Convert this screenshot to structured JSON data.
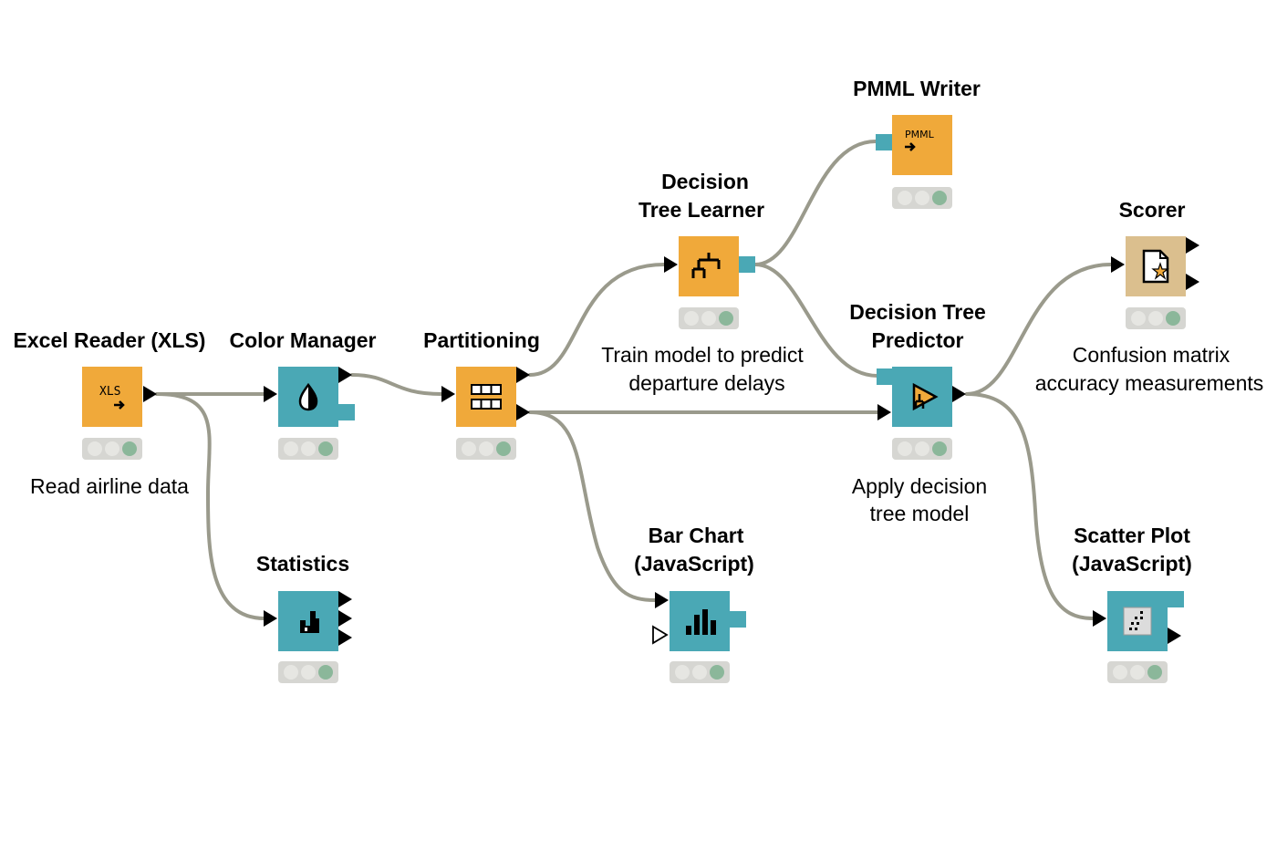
{
  "workflow": {
    "nodes": {
      "excel_reader": {
        "title": "Excel Reader (XLS)",
        "description": "Read airline data",
        "icon": "xls-reader-icon",
        "icon_text": "XLS",
        "color": "#f0a93a"
      },
      "color_manager": {
        "title": "Color Manager",
        "icon": "color-drop-icon",
        "color": "#4aa8b5"
      },
      "statistics": {
        "title": "Statistics",
        "icon": "statistics-icon",
        "color": "#4aa8b5"
      },
      "partitioning": {
        "title": "Partitioning",
        "icon": "partition-icon",
        "color": "#f0a93a"
      },
      "dt_learner": {
        "title_line1": "Decision",
        "title_line2": "Tree Learner",
        "description_line1": "Train model to predict",
        "description_line2": "departure delays",
        "icon": "tree-learner-icon",
        "color": "#f0a93a"
      },
      "pmml_writer": {
        "title": "PMML Writer",
        "icon": "pmml-writer-icon",
        "icon_text": "PMML",
        "color": "#f0a93a"
      },
      "bar_chart": {
        "title_line1": "Bar Chart",
        "title_line2": "(JavaScript)",
        "icon": "bar-chart-icon",
        "color": "#4aa8b5"
      },
      "dt_predictor": {
        "title_line1": "Decision Tree",
        "title_line2": "Predictor",
        "description_line1": "Apply decision",
        "description_line2": "tree model",
        "icon": "tree-predictor-icon",
        "color": "#4aa8b5"
      },
      "scorer": {
        "title": "Scorer",
        "description_line1": "Confusion matrix",
        "description_line2": "accuracy measurements",
        "icon": "scorer-icon",
        "color": "#dbbf8e"
      },
      "scatter_plot": {
        "title_line1": "Scatter Plot",
        "title_line2": "(JavaScript)",
        "icon": "scatter-plot-icon",
        "color": "#4aa8b5"
      }
    },
    "connections": [
      {
        "from": "Excel Reader (XLS)",
        "to": "Color Manager"
      },
      {
        "from": "Excel Reader (XLS)",
        "to": "Statistics"
      },
      {
        "from": "Color Manager",
        "to": "Partitioning"
      },
      {
        "from": "Partitioning",
        "to": "Decision Tree Learner"
      },
      {
        "from": "Partitioning",
        "to": "Decision Tree Predictor"
      },
      {
        "from": "Partitioning",
        "to": "Bar Chart (JavaScript)"
      },
      {
        "from": "Decision Tree Learner",
        "to": "PMML Writer"
      },
      {
        "from": "Decision Tree Learner",
        "to": "Decision Tree Predictor"
      },
      {
        "from": "Decision Tree Predictor",
        "to": "Scorer"
      },
      {
        "from": "Decision Tree Predictor",
        "to": "Scatter Plot (JavaScript)"
      }
    ],
    "colors": {
      "orange_node": "#f0a93a",
      "teal_node": "#4aa8b5",
      "tan_node": "#dbbf8e",
      "wire": "#9a9a8c",
      "status_green": "#8bb79a"
    }
  }
}
